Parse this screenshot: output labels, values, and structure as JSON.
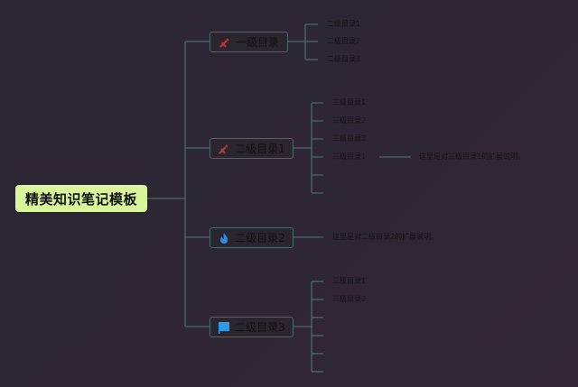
{
  "root": {
    "label": "精美知识笔记模板",
    "color": "#d9f59a"
  },
  "line_color": "#4a6b6b",
  "branches": [
    {
      "label": "一级目录",
      "icon": "tools-icon",
      "icon_color": "#c0392b",
      "children": [
        "二级目录1",
        "二级目录2",
        "二级目录3"
      ],
      "empty_children": 0
    },
    {
      "label": "二级目录1",
      "icon": "tools-icon",
      "icon_color": "#c0392b",
      "children": [
        "三级目录1",
        "三级目录2",
        "三级目录3",
        "三级目录1"
      ],
      "empty_children": 2,
      "child_note": {
        "child_index": 3,
        "text": "这里是对三级目录1的扩展说明。"
      }
    },
    {
      "label": "二级目录2",
      "icon": "flame-icon",
      "icon_color": "#2a8fe0",
      "children": [],
      "empty_children": 0,
      "note": "这里是对二级目录2的扩展说明。"
    },
    {
      "label": "二级目录3",
      "icon": "flag-icon",
      "icon_color": "#2a9be8",
      "children": [
        "三级目录1",
        "三级目录2"
      ],
      "empty_children": 4
    }
  ]
}
